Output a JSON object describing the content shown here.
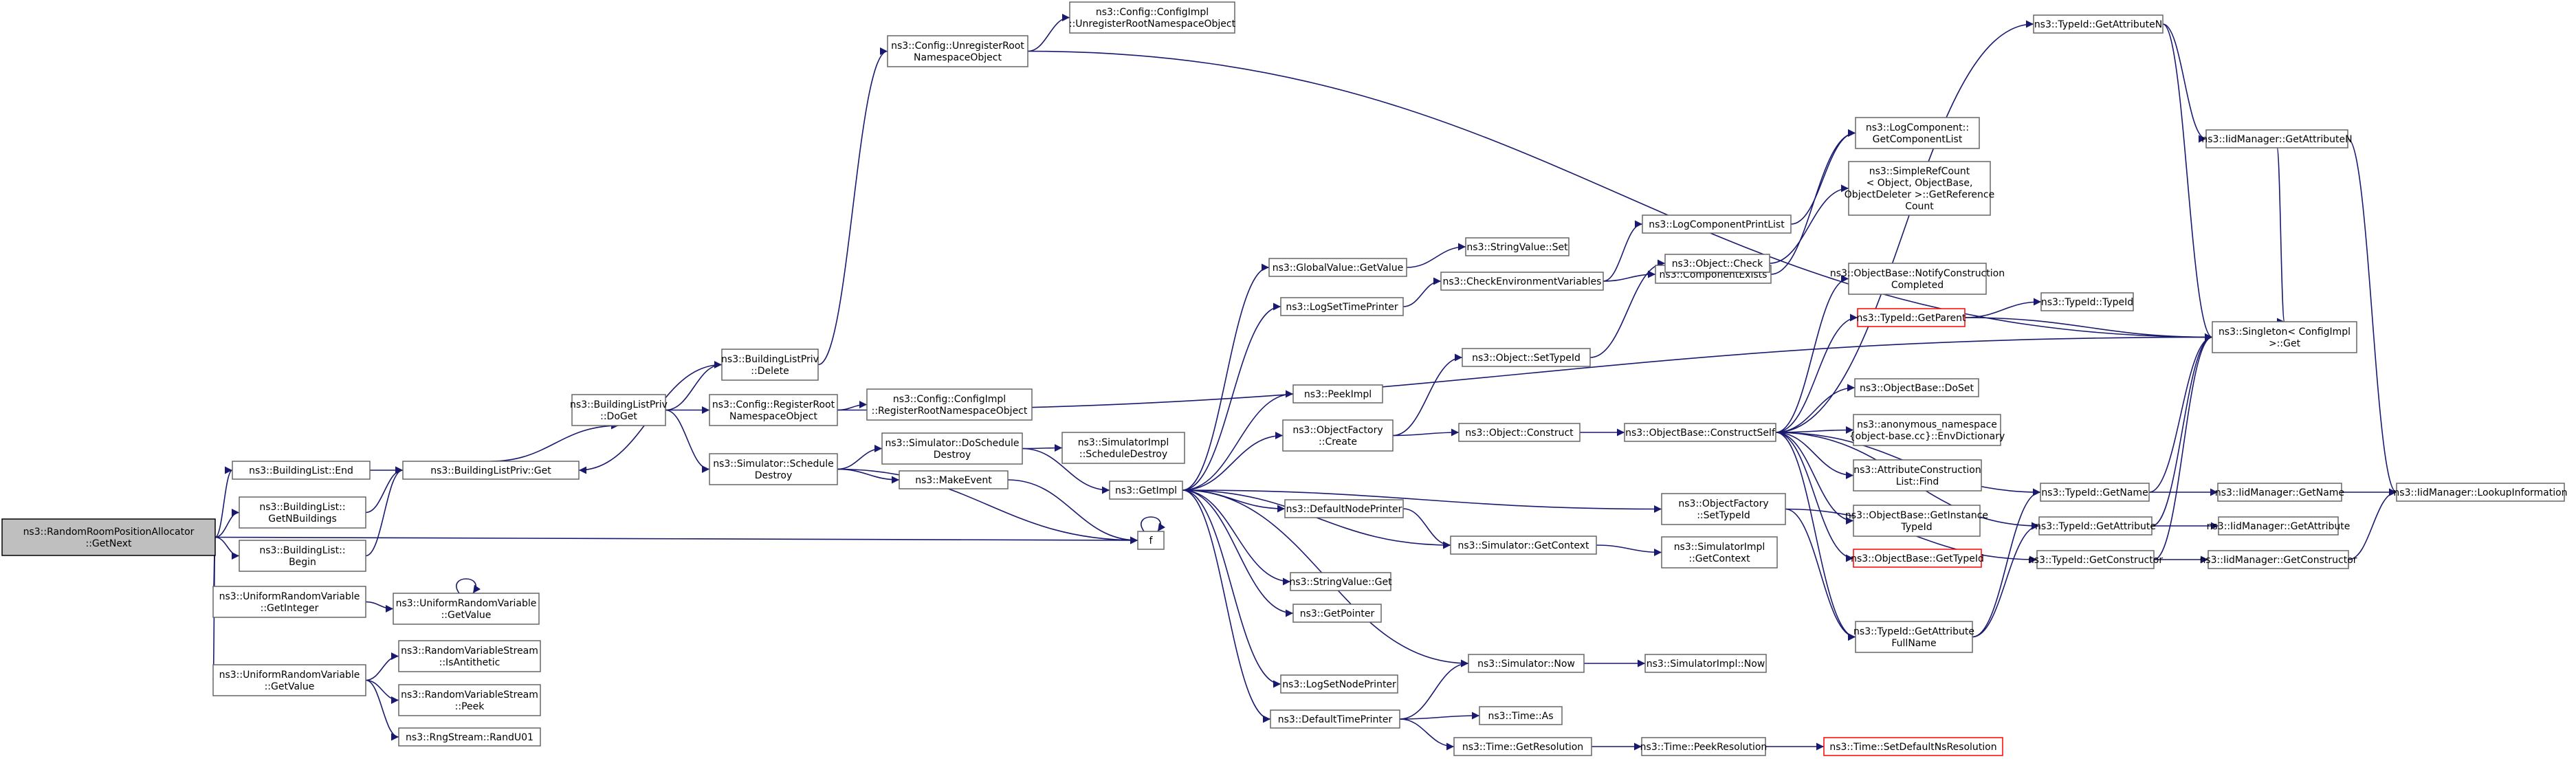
{
  "nodes": [
    {
      "id": "n0",
      "lines": [
        "ns3::RandomRoomPositionAllocator",
        "::GetNext"
      ],
      "root": true
    },
    {
      "id": "n1",
      "lines": [
        "ns3::BuildingList::End"
      ]
    },
    {
      "id": "n2",
      "lines": [
        "ns3::BuildingList::",
        "GetNBuildings"
      ]
    },
    {
      "id": "n3",
      "lines": [
        "ns3::BuildingList::",
        "Begin"
      ]
    },
    {
      "id": "n4",
      "lines": [
        "ns3::BuildingListPriv::Get"
      ]
    },
    {
      "id": "n5",
      "lines": [
        "ns3::BuildingListPriv",
        "::DoGet"
      ]
    },
    {
      "id": "n6",
      "lines": [
        "ns3::BuildingListPriv",
        "::Delete"
      ]
    },
    {
      "id": "n7",
      "lines": [
        "ns3::Config::RegisterRoot",
        "NamespaceObject"
      ]
    },
    {
      "id": "n8",
      "lines": [
        "ns3::Config::ConfigImpl",
        "::RegisterRootNamespaceObject"
      ]
    },
    {
      "id": "n9",
      "lines": [
        "ns3::Config::UnregisterRoot",
        "NamespaceObject"
      ]
    },
    {
      "id": "n10",
      "lines": [
        "ns3::Config::ConfigImpl",
        "::UnregisterRootNamespaceObject"
      ]
    },
    {
      "id": "n11",
      "lines": [
        "ns3::Simulator::Schedule",
        "Destroy"
      ]
    },
    {
      "id": "n12",
      "lines": [
        "ns3::Simulator::DoSchedule",
        "Destroy"
      ]
    },
    {
      "id": "n13",
      "lines": [
        "ns3::SimulatorImpl",
        "::ScheduleDestroy"
      ]
    },
    {
      "id": "n14",
      "lines": [
        "ns3::MakeEvent"
      ]
    },
    {
      "id": "n15",
      "lines": [
        "f"
      ]
    },
    {
      "id": "n16",
      "lines": [
        "ns3::GetImpl"
      ]
    },
    {
      "id": "n17",
      "lines": [
        "ns3::UniformRandomVariable",
        "::GetInteger"
      ]
    },
    {
      "id": "n18",
      "lines": [
        "ns3::UniformRandomVariable",
        "::GetValue"
      ]
    },
    {
      "id": "n19",
      "lines": [
        "ns3::UniformRandomVariable",
        "::GetValue"
      ]
    },
    {
      "id": "n20",
      "lines": [
        "ns3::RandomVariableStream",
        "::IsAntithetic"
      ]
    },
    {
      "id": "n21",
      "lines": [
        "ns3::RandomVariableStream",
        "::Peek"
      ]
    },
    {
      "id": "n22",
      "lines": [
        "ns3::RngStream::RandU01"
      ]
    },
    {
      "id": "n23",
      "lines": [
        "ns3::GlobalValue::GetValue"
      ]
    },
    {
      "id": "n24",
      "lines": [
        "ns3::StringValue::Set"
      ]
    },
    {
      "id": "n25",
      "lines": [
        "ns3::CheckEnvironmentVariables"
      ]
    },
    {
      "id": "n26",
      "lines": [
        "ns3::LogComponentPrintList"
      ]
    },
    {
      "id": "n27",
      "lines": [
        "ns3::LogComponent::",
        "GetComponentList"
      ]
    },
    {
      "id": "n28",
      "lines": [
        "ns3::ComponentExists"
      ]
    },
    {
      "id": "n29",
      "lines": [
        "ns3::LogSetTimePrinter"
      ]
    },
    {
      "id": "n30",
      "lines": [
        "ns3::PeekImpl"
      ]
    },
    {
      "id": "n31",
      "lines": [
        "ns3::ObjectFactory",
        "::Create"
      ]
    },
    {
      "id": "n32",
      "lines": [
        "ns3::Object::SetTypeId"
      ]
    },
    {
      "id": "n33",
      "lines": [
        "ns3::Object::Check"
      ]
    },
    {
      "id": "n34",
      "lines": [
        "ns3::Object::Construct"
      ]
    },
    {
      "id": "n35",
      "lines": [
        "ns3::ObjectBase::ConstructSelf"
      ]
    },
    {
      "id": "n36",
      "lines": [
        "ns3::SimpleRefCount",
        "< Object, ObjectBase,",
        "ObjectDeleter >::GetReference",
        "Count"
      ]
    },
    {
      "id": "n37",
      "lines": [
        "ns3::ObjectBase::NotifyConstruction",
        "Completed"
      ]
    },
    {
      "id": "n38",
      "lines": [
        "ns3::TypeId::GetParent"
      ],
      "red": true
    },
    {
      "id": "n39",
      "lines": [
        "ns3::TypeId::TypeId"
      ]
    },
    {
      "id": "n40",
      "lines": [
        "ns3::ObjectBase::DoSet"
      ]
    },
    {
      "id": "n41",
      "lines": [
        "ns3::anonymous_namespace",
        "{object-base.cc}::EnvDictionary"
      ]
    },
    {
      "id": "n42",
      "lines": [
        "ns3::AttributeConstruction",
        "List::Find"
      ]
    },
    {
      "id": "n43",
      "lines": [
        "ns3::ObjectBase::GetInstance",
        "TypeId"
      ]
    },
    {
      "id": "n44",
      "lines": [
        "ns3::ObjectBase::GetTypeId"
      ],
      "red": true
    },
    {
      "id": "n45",
      "lines": [
        "ns3::TypeId::GetAttribute",
        "FullName"
      ]
    },
    {
      "id": "n46",
      "lines": [
        "ns3::DefaultNodePrinter"
      ]
    },
    {
      "id": "n47",
      "lines": [
        "ns3::ObjectFactory",
        "::SetTypeId"
      ]
    },
    {
      "id": "n48",
      "lines": [
        "ns3::Simulator::GetContext"
      ]
    },
    {
      "id": "n49",
      "lines": [
        "ns3::SimulatorImpl",
        "::GetContext"
      ]
    },
    {
      "id": "n50",
      "lines": [
        "ns3::StringValue::Get"
      ]
    },
    {
      "id": "n51",
      "lines": [
        "ns3::GetPointer"
      ]
    },
    {
      "id": "n52",
      "lines": [
        "ns3::Simulator::Now"
      ]
    },
    {
      "id": "n53",
      "lines": [
        "ns3::SimulatorImpl::Now"
      ]
    },
    {
      "id": "n54",
      "lines": [
        "ns3::LogSetNodePrinter"
      ]
    },
    {
      "id": "n55",
      "lines": [
        "ns3::DefaultTimePrinter"
      ]
    },
    {
      "id": "n56",
      "lines": [
        "ns3::Time::As"
      ]
    },
    {
      "id": "n57",
      "lines": [
        "ns3::Time::GetResolution"
      ]
    },
    {
      "id": "n58",
      "lines": [
        "ns3::Time::PeekResolution"
      ]
    },
    {
      "id": "n59",
      "lines": [
        "ns3::Time::SetDefaultNsResolution"
      ],
      "red": true
    },
    {
      "id": "n60",
      "lines": [
        "ns3::TypeId::GetAttributeN"
      ]
    },
    {
      "id": "n61",
      "lines": [
        "ns3::IidManager::GetAttributeN"
      ]
    },
    {
      "id": "n62",
      "lines": [
        "ns3::Singleton< ConfigImpl",
        " >::Get"
      ]
    },
    {
      "id": "n63",
      "lines": [
        "ns3::TypeId::GetName"
      ]
    },
    {
      "id": "n64",
      "lines": [
        "ns3::IidManager::GetName"
      ]
    },
    {
      "id": "n65",
      "lines": [
        "ns3::IidManager::LookupInformation"
      ]
    },
    {
      "id": "n66",
      "lines": [
        "ns3::TypeId::GetAttribute"
      ]
    },
    {
      "id": "n67",
      "lines": [
        "ns3::IidManager::GetAttribute"
      ]
    },
    {
      "id": "n68",
      "lines": [
        "ns3::TypeId::GetConstructor"
      ]
    },
    {
      "id": "n69",
      "lines": [
        "ns3::IidManager::GetConstructor"
      ]
    }
  ],
  "edges": [
    [
      "n0",
      "n1"
    ],
    [
      "n0",
      "n2"
    ],
    [
      "n0",
      "n3"
    ],
    [
      "n0",
      "n15"
    ],
    [
      "n0",
      "n17"
    ],
    [
      "n0",
      "n19"
    ],
    [
      "n1",
      "n4"
    ],
    [
      "n2",
      "n4"
    ],
    [
      "n3",
      "n4"
    ],
    [
      "n4",
      "n5"
    ],
    [
      "n5",
      "n6"
    ],
    [
      "n5",
      "n7"
    ],
    [
      "n5",
      "n11"
    ],
    [
      "n6",
      "n4"
    ],
    [
      "n6",
      "n9"
    ],
    [
      "n7",
      "n8"
    ],
    [
      "n7",
      "n62"
    ],
    [
      "n9",
      "n10"
    ],
    [
      "n9",
      "n62"
    ],
    [
      "n11",
      "n12"
    ],
    [
      "n11",
      "n14"
    ],
    [
      "n11",
      "n15"
    ],
    [
      "n12",
      "n13"
    ],
    [
      "n12",
      "n16"
    ],
    [
      "n14",
      "n15"
    ],
    [
      "n15",
      "n15"
    ],
    [
      "n17",
      "n18"
    ],
    [
      "n18",
      "n18"
    ],
    [
      "n19",
      "n20"
    ],
    [
      "n19",
      "n21"
    ],
    [
      "n19",
      "n22"
    ],
    [
      "n16",
      "n23"
    ],
    [
      "n16",
      "n29"
    ],
    [
      "n16",
      "n30"
    ],
    [
      "n16",
      "n31"
    ],
    [
      "n16",
      "n46"
    ],
    [
      "n16",
      "n47"
    ],
    [
      "n16",
      "n48"
    ],
    [
      "n16",
      "n50"
    ],
    [
      "n16",
      "n51"
    ],
    [
      "n16",
      "n52"
    ],
    [
      "n16",
      "n54"
    ],
    [
      "n16",
      "n55"
    ],
    [
      "n23",
      "n24"
    ],
    [
      "n29",
      "n25"
    ],
    [
      "n25",
      "n26"
    ],
    [
      "n25",
      "n28"
    ],
    [
      "n26",
      "n27"
    ],
    [
      "n28",
      "n27"
    ],
    [
      "n31",
      "n32"
    ],
    [
      "n31",
      "n34"
    ],
    [
      "n32",
      "n33"
    ],
    [
      "n33",
      "n36"
    ],
    [
      "n34",
      "n35"
    ],
    [
      "n35",
      "n37"
    ],
    [
      "n35",
      "n38"
    ],
    [
      "n35",
      "n40"
    ],
    [
      "n35",
      "n41"
    ],
    [
      "n35",
      "n42"
    ],
    [
      "n35",
      "n43"
    ],
    [
      "n35",
      "n44"
    ],
    [
      "n35",
      "n45"
    ],
    [
      "n35",
      "n60"
    ],
    [
      "n35",
      "n63"
    ],
    [
      "n35",
      "n66"
    ],
    [
      "n38",
      "n39"
    ],
    [
      "n38",
      "n62"
    ],
    [
      "n45",
      "n63"
    ],
    [
      "n45",
      "n66"
    ],
    [
      "n46",
      "n48"
    ],
    [
      "n47",
      "n68"
    ],
    [
      "n47",
      "n45"
    ],
    [
      "n48",
      "n49"
    ],
    [
      "n52",
      "n53"
    ],
    [
      "n55",
      "n52"
    ],
    [
      "n55",
      "n56"
    ],
    [
      "n55",
      "n57"
    ],
    [
      "n57",
      "n58"
    ],
    [
      "n58",
      "n59"
    ],
    [
      "n60",
      "n61"
    ],
    [
      "n60",
      "n62"
    ],
    [
      "n61",
      "n62"
    ],
    [
      "n61",
      "n65"
    ],
    [
      "n63",
      "n64"
    ],
    [
      "n63",
      "n62"
    ],
    [
      "n64",
      "n65"
    ],
    [
      "n66",
      "n67"
    ],
    [
      "n66",
      "n62"
    ],
    [
      "n68",
      "n69"
    ],
    [
      "n68",
      "n62"
    ],
    [
      "n69",
      "n65"
    ]
  ]
}
